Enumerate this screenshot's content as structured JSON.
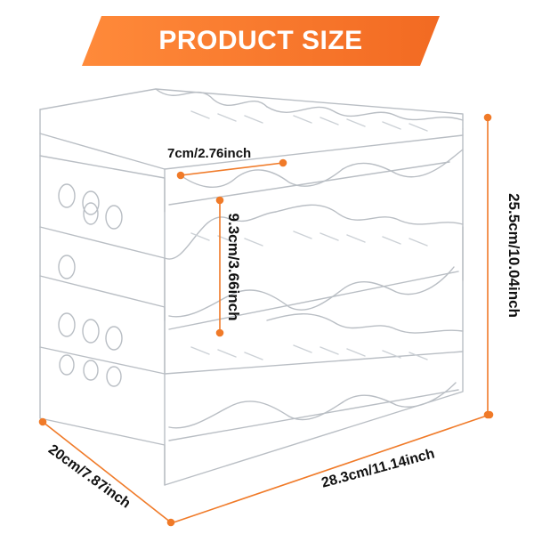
{
  "banner": {
    "title": "PRODUCT SIZE"
  },
  "dimensions": {
    "bottle_width": "7cm/2.76inch",
    "shelf_height": "9.3cm/3.66inch",
    "total_height": "25.5cm/10.04inch",
    "depth": "20cm/7.87inch",
    "length": "28.3cm/11.14inch"
  },
  "product": {
    "icon": "bottle-rack-illustration",
    "tiers": 3,
    "bottle_slots_per_tier": 3
  },
  "colors": {
    "banner": "#f77a2f",
    "banner_light": "#ff9a45",
    "measure_line": "#f07a28"
  }
}
